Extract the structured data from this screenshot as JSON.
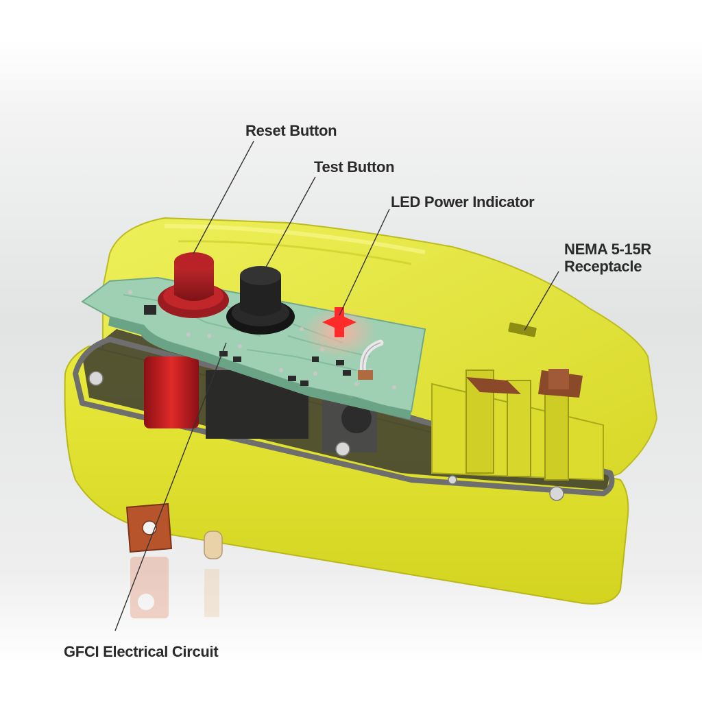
{
  "diagram": {
    "callouts": {
      "reset": "Reset Button",
      "test": "Test Button",
      "led": "LED Power Indicator",
      "receptacle_line1": "NEMA 5-15R",
      "receptacle_line2": "Receptacle",
      "circuit": "GFCI Electrical Circuit"
    },
    "colors": {
      "housing": "#e6e638",
      "reset_button": "#b01e24",
      "test_button": "#1e1e1e",
      "pcb": "#9fd0b3",
      "led": "#ff2a2a",
      "text": "#2a2a2a"
    }
  }
}
